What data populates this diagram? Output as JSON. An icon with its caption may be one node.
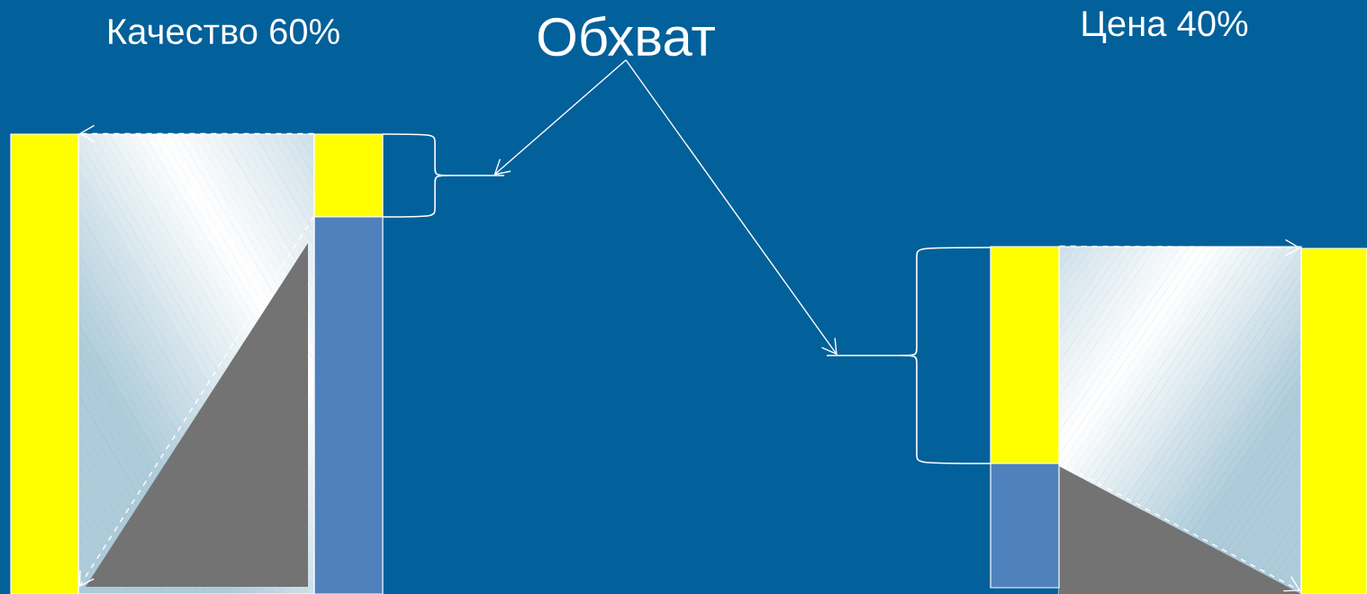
{
  "diagram": {
    "nodes": [
      {
        "text": [
          "Обхват"
        ]
      },
      {
        "text": [],
        "shape": "bar"
      },
      {
        "text": [],
        "shape": "bar"
      },
      {
        "text": [],
        "shape": "bar"
      },
      {
        "text": [],
        "shape": "brace"
      },
      {
        "text": [],
        "shape": "brace"
      },
      {
        "text": [],
        "shape": "bar"
      },
      {
        "text": [],
        "shape": "bar"
      },
      {
        "text": [],
        "shape": "bar"
      }
    ],
    "edges": [
      {
        "from": 0,
        "to": 4,
        "arrow": "to"
      },
      {
        "from": 0,
        "to": 5,
        "arrow": "to"
      },
      {
        "from": 2,
        "to": 1,
        "arrow": "to",
        "style": "dashed"
      },
      {
        "from": 3,
        "to": 1,
        "arrow": "to",
        "style": "dashed"
      },
      {
        "from": 6,
        "to": 8,
        "arrow": "to",
        "style": "dashed"
      },
      {
        "from": 7,
        "to": 8,
        "arrow": "to",
        "style": "dashed"
      }
    ],
    "labels": [
      "Качество 60%",
      "Цена 40%"
    ]
  }
}
